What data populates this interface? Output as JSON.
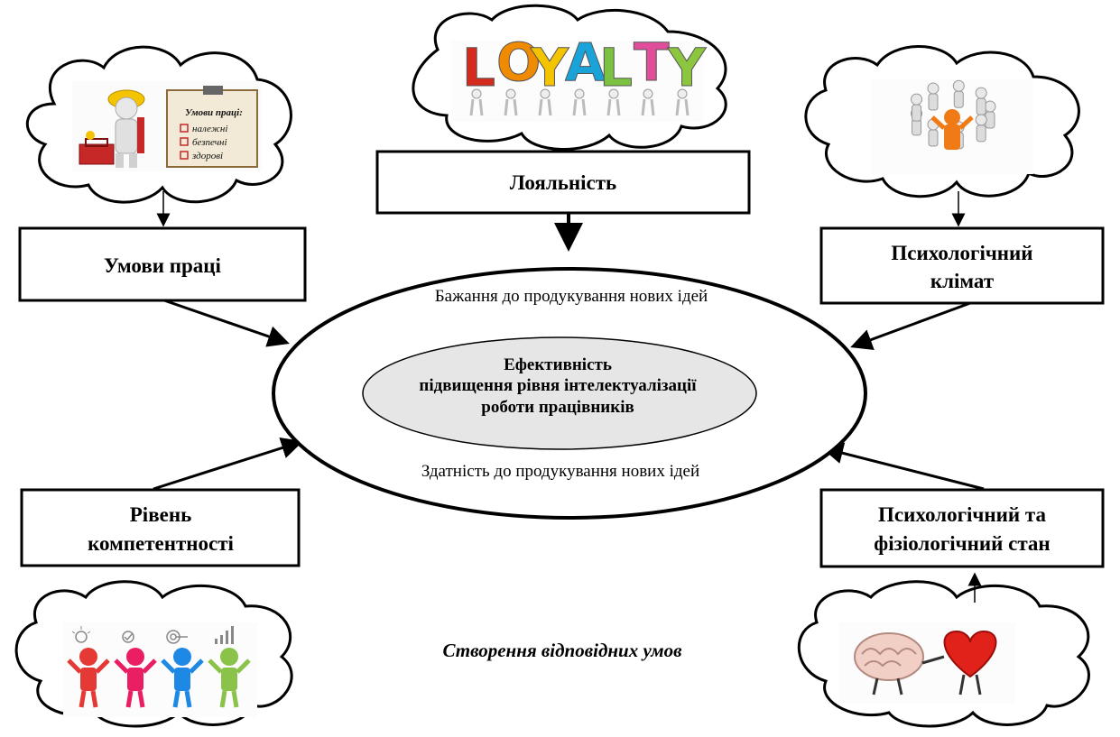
{
  "diagram": {
    "nodes": {
      "loyalty_box": "Лояльність",
      "work_conditions_box": "Умови праці",
      "psych_climate_box": [
        "Психологічний",
        "клімат"
      ],
      "competence_box": [
        "Рівень",
        "компетентності"
      ],
      "psych_phys_box": [
        "Психологічний та",
        "фізіологічний стан"
      ]
    },
    "center": {
      "inner_lines": [
        "Ефективність",
        "підвищення рівня інтелектуалізації",
        "роботи працівників"
      ],
      "top_text": "Бажання до продукування нових ідей",
      "bottom_text": "Здатність до продукування нових ідей"
    },
    "footnote": "Створення відповідних умов",
    "illustrations": {
      "loyalty_word": "LOYALTY",
      "loyalty_letters": [
        "L",
        "O",
        "Y",
        "A",
        "L",
        "T",
        "Y"
      ],
      "loyalty_colors": [
        "#d52b1e",
        "#f08a00",
        "#f5c400",
        "#1aa3d9",
        "#7cc242",
        "#e04e9b",
        "#8cc63f"
      ],
      "conditions_note_title": "Умови праці:",
      "conditions_note_items": [
        "належні",
        "безпечні",
        "здорові"
      ],
      "people_colors": [
        "#e53935",
        "#e91e63",
        "#1e88e5",
        "#8bc34a"
      ]
    }
  }
}
